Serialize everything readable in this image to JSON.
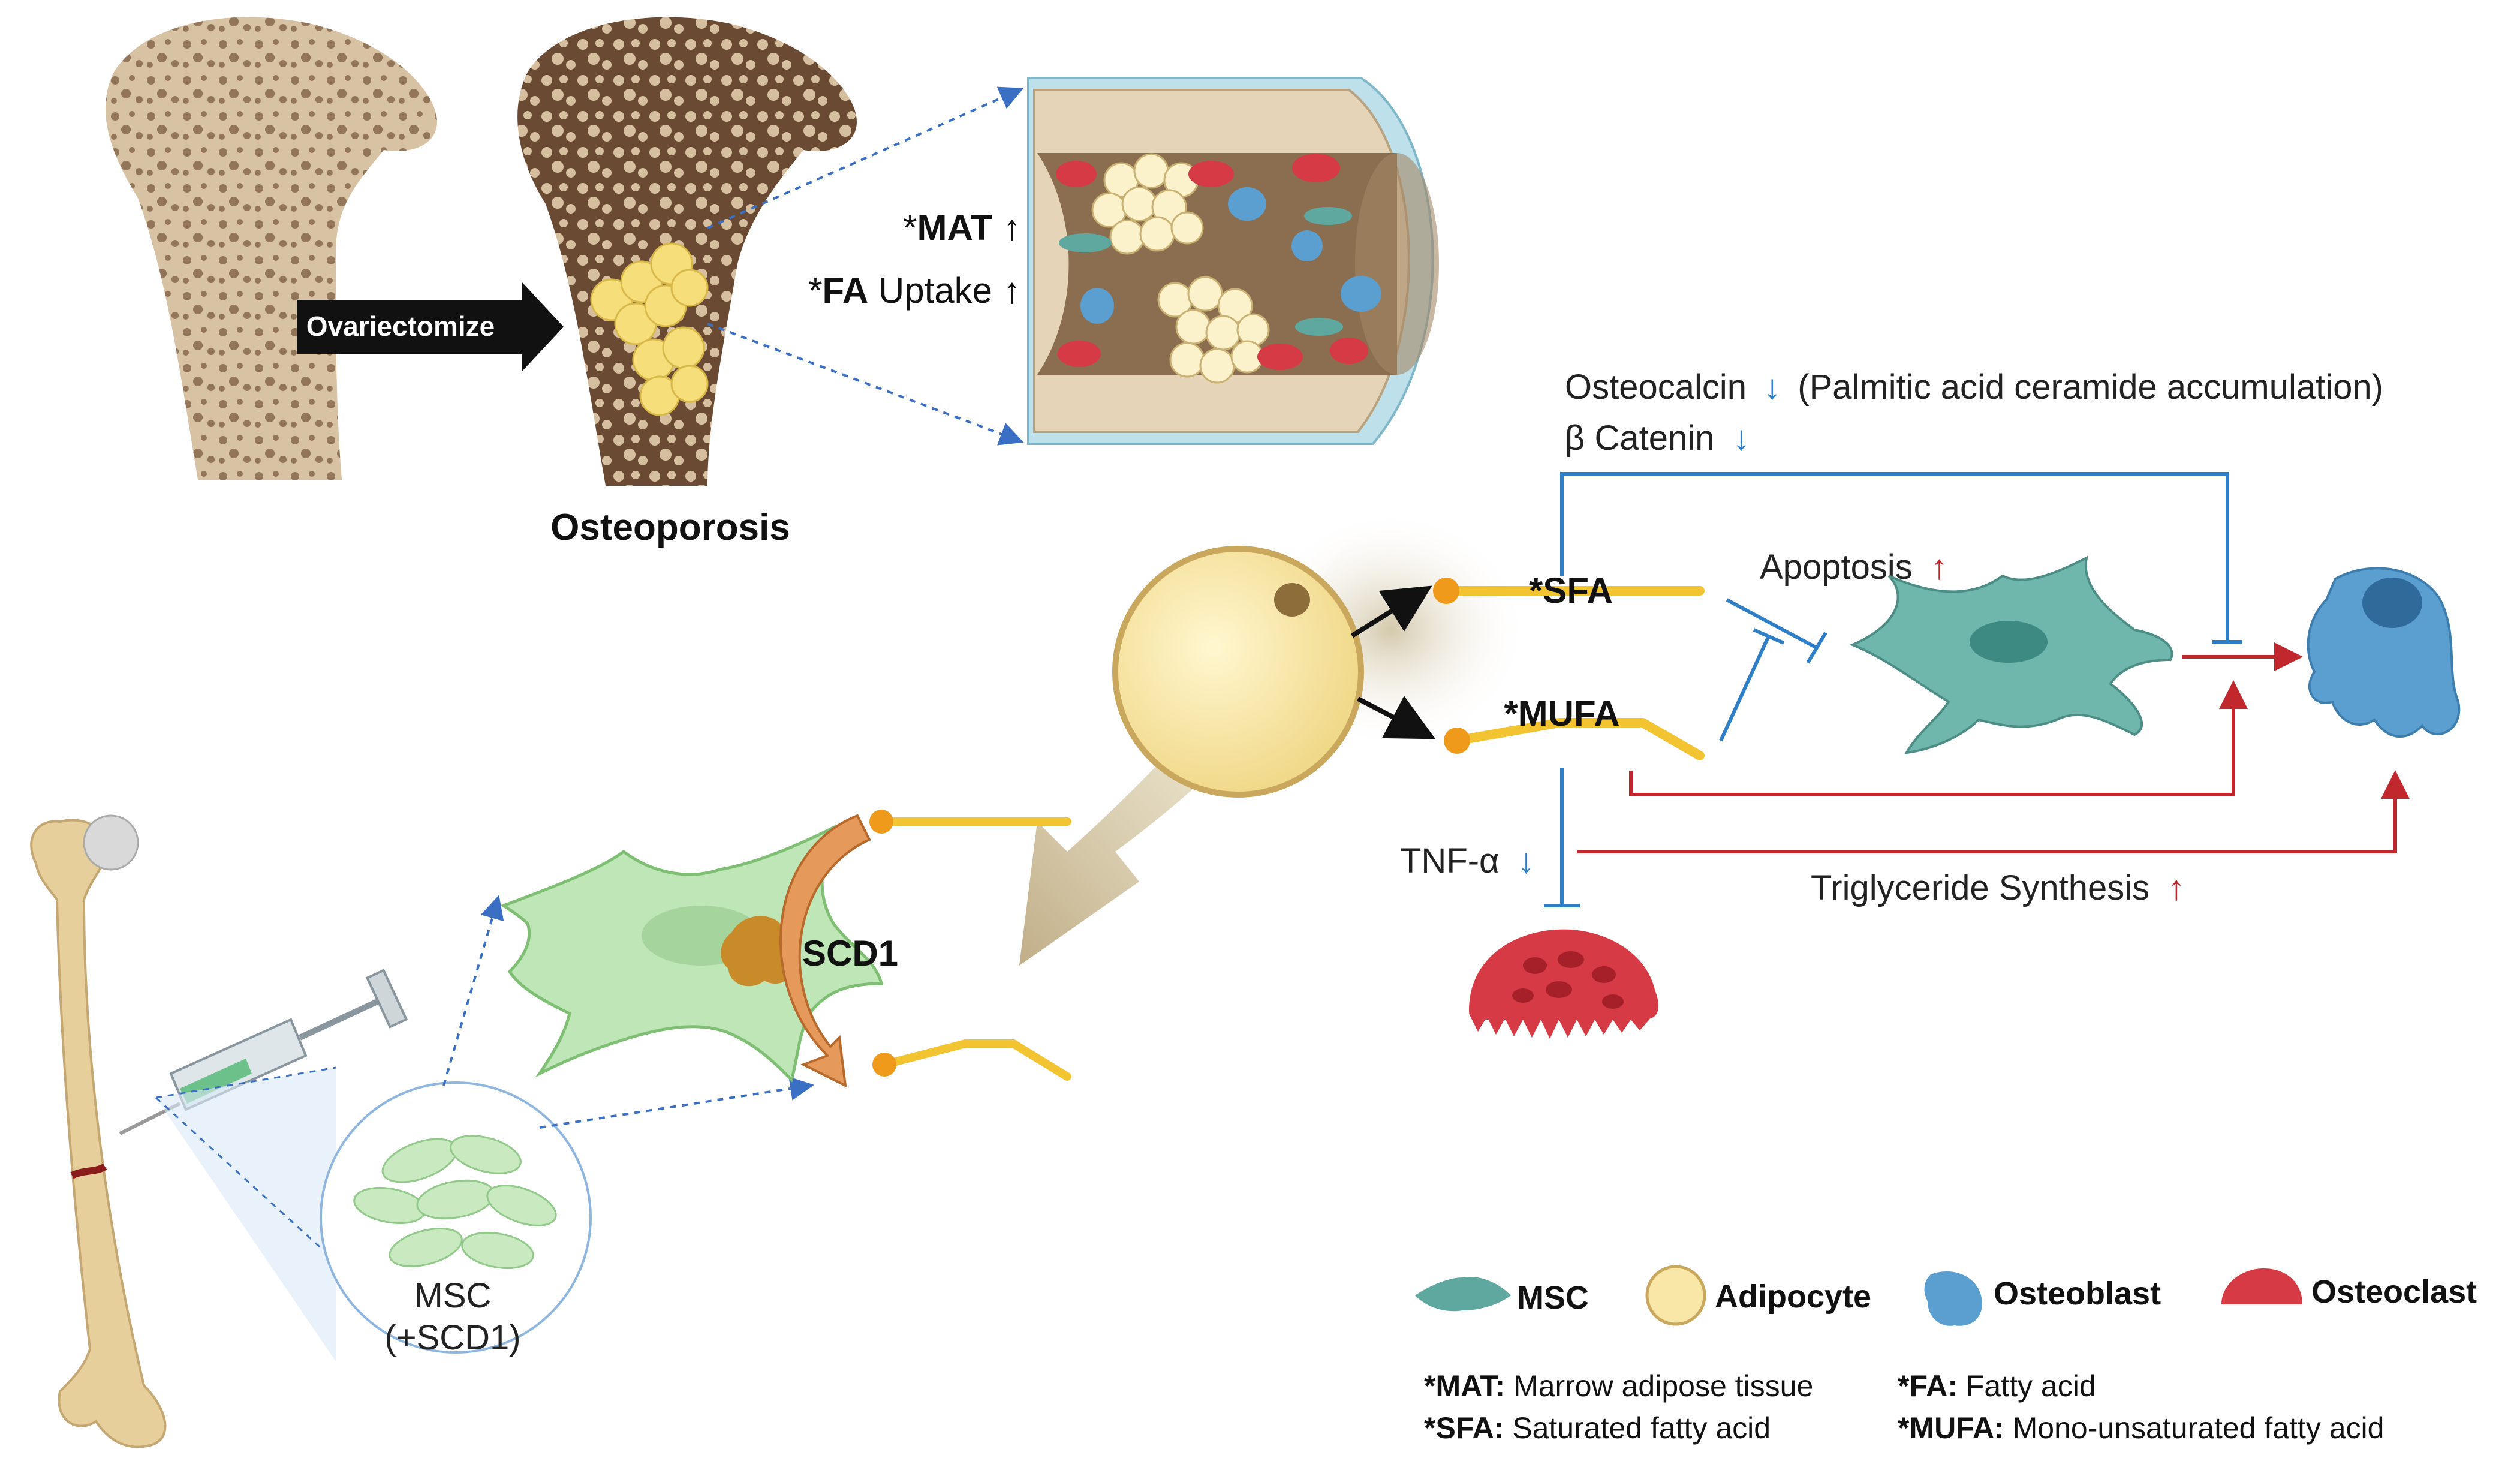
{
  "top_panel": {
    "arrow_label": "Ovariectomize",
    "condition_label": "Osteoporosis",
    "mat_prefix": "*",
    "mat_term": "MAT",
    "mat_change": "↑",
    "fa_prefix": "*",
    "fa_term": "FA",
    "fa_suffix": " Uptake",
    "fa_change": "↑"
  },
  "pathway": {
    "osteocalcin_text": "Osteocalcin",
    "osteocalcin_change": "↓",
    "osteocalcin_note": "(Palmitic acid ceramide accumulation)",
    "catenin_text": "β Catenin",
    "catenin_change": "↓",
    "sfa_label": "*SFA",
    "mufa_label": "*MUFA",
    "apoptosis_text": "Apoptosis",
    "apoptosis_change": "↑",
    "tnf_text": "TNF-α",
    "tnf_change": "↓",
    "triglyceride_text": "Triglyceride Synthesis",
    "triglyceride_change": "↑"
  },
  "injection_panel": {
    "enzyme_label": "SCD1",
    "msc_label_line1": "MSC",
    "msc_label_line2": "(+SCD1)"
  },
  "legend": {
    "items": [
      {
        "icon": "msc-cell-icon",
        "label": "MSC"
      },
      {
        "icon": "adipocyte-icon",
        "label": "Adipocyte"
      },
      {
        "icon": "osteoblast-icon",
        "label": "Osteoblast"
      },
      {
        "icon": "osteoclast-icon",
        "label": "Osteoclast"
      }
    ],
    "abbreviations": [
      {
        "term": "*MAT:",
        "definition": " Marrow adipose tissue"
      },
      {
        "term": "*FA:",
        "definition": " Fatty acid"
      },
      {
        "term": "*SFA:",
        "definition": " Saturated fatty acid"
      },
      {
        "term": "*MUFA:",
        "definition": " Mono-unsaturated fatty acid"
      }
    ]
  },
  "colors": {
    "inhibition_blue": "#2f7fc8",
    "promotion_red": "#c0282e",
    "fatty_acid_yellow": "#f2c431",
    "bone_tan": "#d9c3a5",
    "msc_teal": "#5fa8a0",
    "osteoblast_blue": "#5a9fcf",
    "osteoclast_red": "#d63a45",
    "adipocyte_cream": "#f8e7a6",
    "green_msc": "#b7e3b0"
  }
}
